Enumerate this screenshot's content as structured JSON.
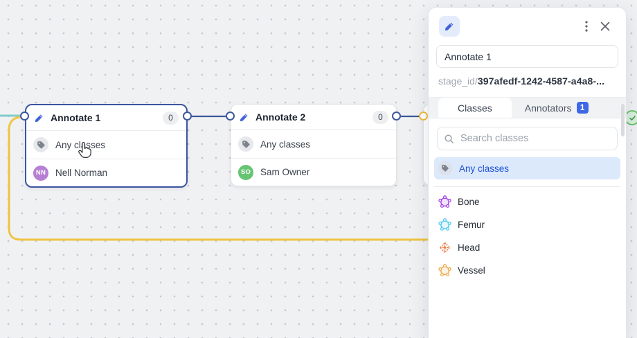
{
  "colors": {
    "edge_teal": "#7fcccb",
    "edge_yellow": "#efc440",
    "edge_navy": "#3d5799",
    "port_blue": "#3d5799",
    "port_yellow": "#eebc3c",
    "node_selected_border": "#3b56a0",
    "accent_blue": "#4262d8",
    "badge_blue": "#3e68e7",
    "selected_row_bg": "#dbe9fb",
    "selected_row_text": "#1d4ed8",
    "complete_green": "#6cc070"
  },
  "canvas": {
    "nodes": [
      {
        "title": "Annotate 1",
        "count": "0",
        "classes_label": "Any classes",
        "assignee": {
          "name": "Nell Norman",
          "initials": "NN",
          "color": "#b77fd4"
        }
      },
      {
        "title": "Annotate 2",
        "count": "0",
        "classes_label": "Any classes",
        "assignee": {
          "name": "Sam Owner",
          "initials": "SO",
          "color": "#66c573"
        }
      }
    ]
  },
  "panel": {
    "name_input": {
      "value": "Annotate 1"
    },
    "stage_id": {
      "prefix": "stage_id/",
      "value": "397afedf-1242-4587-a4a8-..."
    },
    "tabs": [
      {
        "label": "Classes",
        "active": true
      },
      {
        "label": "Annotators",
        "badge": "1"
      }
    ],
    "search": {
      "placeholder": "Search classes"
    },
    "selected_class": {
      "label": "Any classes"
    },
    "classes": [
      {
        "label": "Bone",
        "color": "#a13ce8",
        "icon": "polygon-icon"
      },
      {
        "label": "Femur",
        "color": "#45c8f1",
        "icon": "polygon-icon"
      },
      {
        "label": "Head",
        "color": "#e87a40",
        "icon": "keypoint-icon"
      },
      {
        "label": "Vessel",
        "color": "#eda94a",
        "icon": "polygon-icon"
      }
    ]
  }
}
